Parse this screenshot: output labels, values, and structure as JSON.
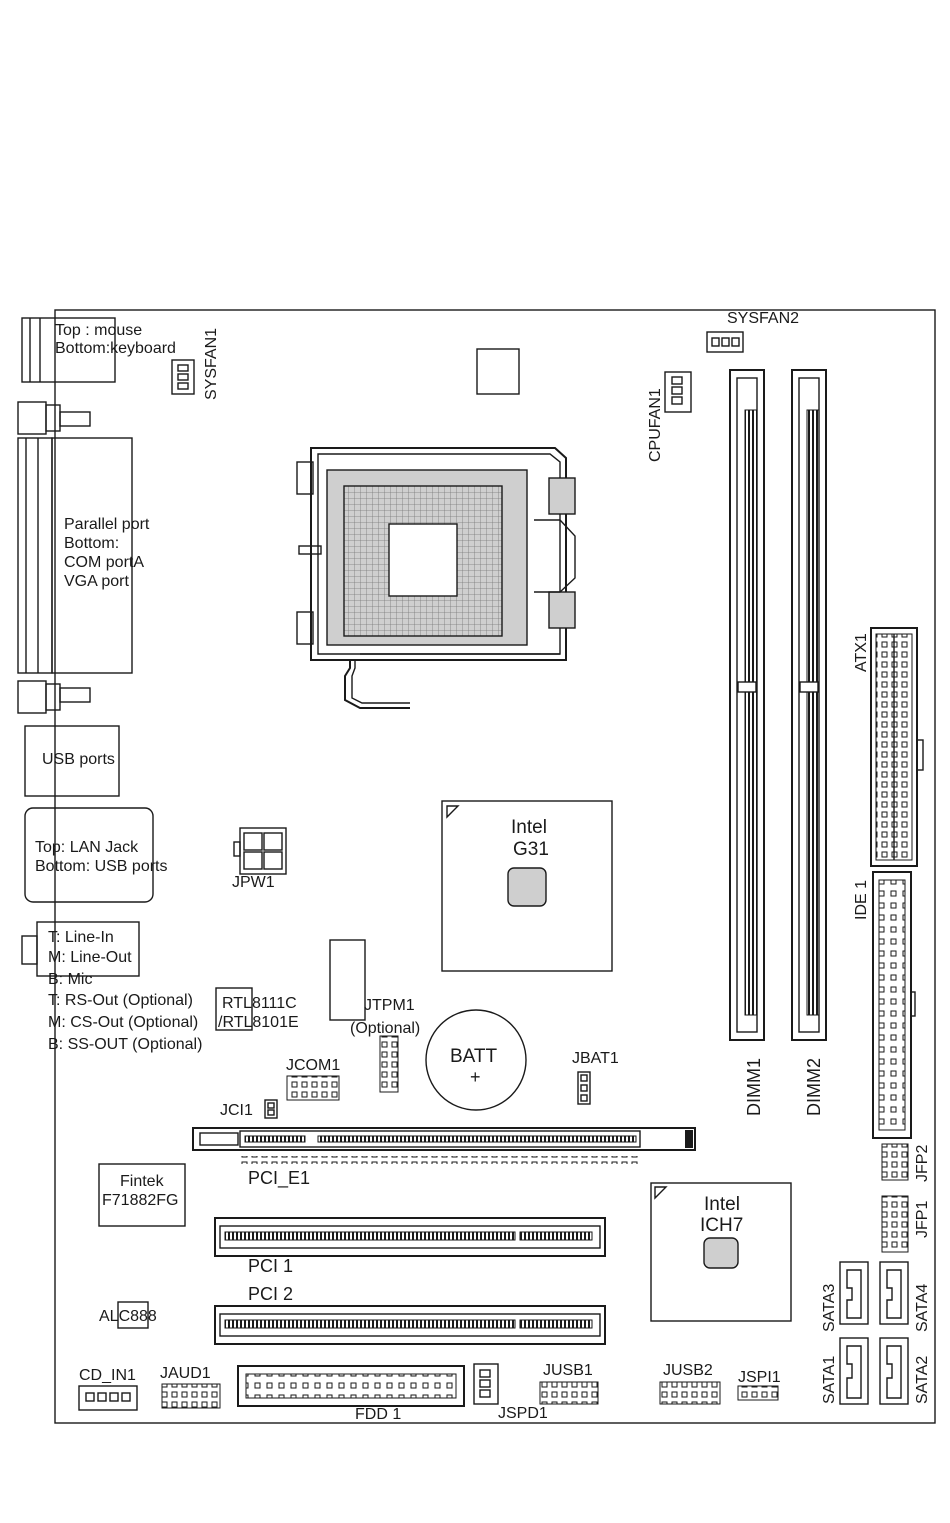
{
  "labels": {
    "ps2": [
      "Top : mouse",
      "Bottom:keyboard"
    ],
    "sysfan1": "SYSFAN1",
    "sysfan2": "SYSFAN2",
    "cpufan1": "CPUFAN1",
    "parallel": [
      "Parallel port",
      "Bottom:",
      "COM portA",
      "VGA port"
    ],
    "usb_ports": "USB ports",
    "lan": [
      "Top: LAN Jack",
      "Bottom: USB ports"
    ],
    "jpw1": "JPW1",
    "audio_jack": [
      "T: Line-In",
      "M: Line-Out",
      "B: Mic"
    ],
    "audio_jack2": [
      "T: RS-Out (Optional)",
      "M: CS-Out (Optional)",
      "B: SS-OUT (Optional)"
    ],
    "rtl": [
      "RTL8111C",
      "/RTL8101E"
    ],
    "jtpm1": [
      "JTPM1",
      "(Optional)"
    ],
    "batt": [
      "BATT",
      "+"
    ],
    "jbat1": "JBAT1",
    "jcom1": "JCOM1",
    "jci1": "JCI1",
    "g31": [
      "Intel",
      "G31"
    ],
    "ich7": [
      "Intel",
      "ICH7"
    ],
    "atx1": "ATX1",
    "ide1": "IDE 1",
    "dimm1": "DIMM1",
    "dimm2": "DIMM2",
    "pci_e1": "PCI_E1",
    "fintek": [
      "Fintek",
      "F71882FG"
    ],
    "pci1": "PCI 1",
    "pci2": "PCI 2",
    "alc888": "ALC888",
    "cd_in1": "CD_IN1",
    "jaud1": "JAUD1",
    "fdd1": "FDD 1",
    "jspd1": "JSPD1",
    "jusb1": "JUSB1",
    "jusb2": "JUSB2",
    "jspi1": "JSPI1",
    "jfp1": "JFP1",
    "jfp2": "JFP2",
    "sata1": "SATA1",
    "sata2": "SATA2",
    "sata3": "SATA3",
    "sata4": "SATA4"
  },
  "colors": {
    "ink": "#1a1a1a",
    "fill_gray": "#cfcfcf",
    "paper": "#ffffff"
  }
}
